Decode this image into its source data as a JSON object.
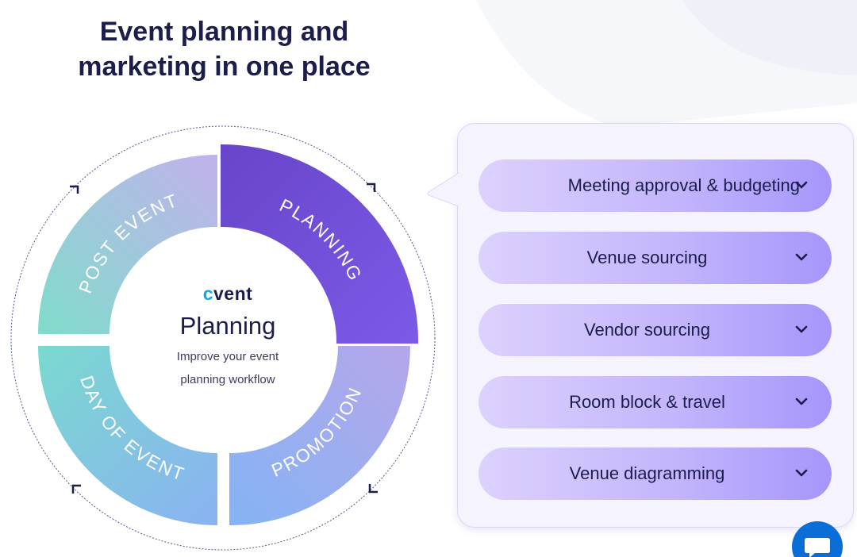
{
  "headline": {
    "line1": "Event planning and",
    "line2": "marketing in one place"
  },
  "wheel": {
    "segments": [
      {
        "label": "PLANNING",
        "active": true
      },
      {
        "label": "PROMOTION",
        "active": false
      },
      {
        "label": "DAY OF EVENT",
        "active": false
      },
      {
        "label": "POST EVENT",
        "active": false
      }
    ],
    "center": {
      "brand": {
        "first_letter": "c",
        "rest": "vent"
      },
      "title": "Planning",
      "description": "Improve your event planning workflow"
    }
  },
  "panel": {
    "items": [
      {
        "label": "Meeting approval & budgeting",
        "icon": "chevron-down-icon"
      },
      {
        "label": "Venue sourcing",
        "icon": "chevron-down-icon"
      },
      {
        "label": "Vendor sourcing",
        "icon": "chevron-down-icon"
      },
      {
        "label": "Room block & travel",
        "icon": "chevron-down-icon"
      },
      {
        "label": "Venue diagramming",
        "icon": "chevron-down-icon"
      }
    ]
  },
  "chat": {
    "icon": "chat-bubble-icon"
  },
  "colors": {
    "headline": "#1b1d4a",
    "planning_segment": "#6a4cd6",
    "pill_gradient_start": "#ddd1fd",
    "pill_gradient_end": "#a596fb",
    "chat_button": "#0b6ed6",
    "brand_accent": "#0fa7e6"
  }
}
